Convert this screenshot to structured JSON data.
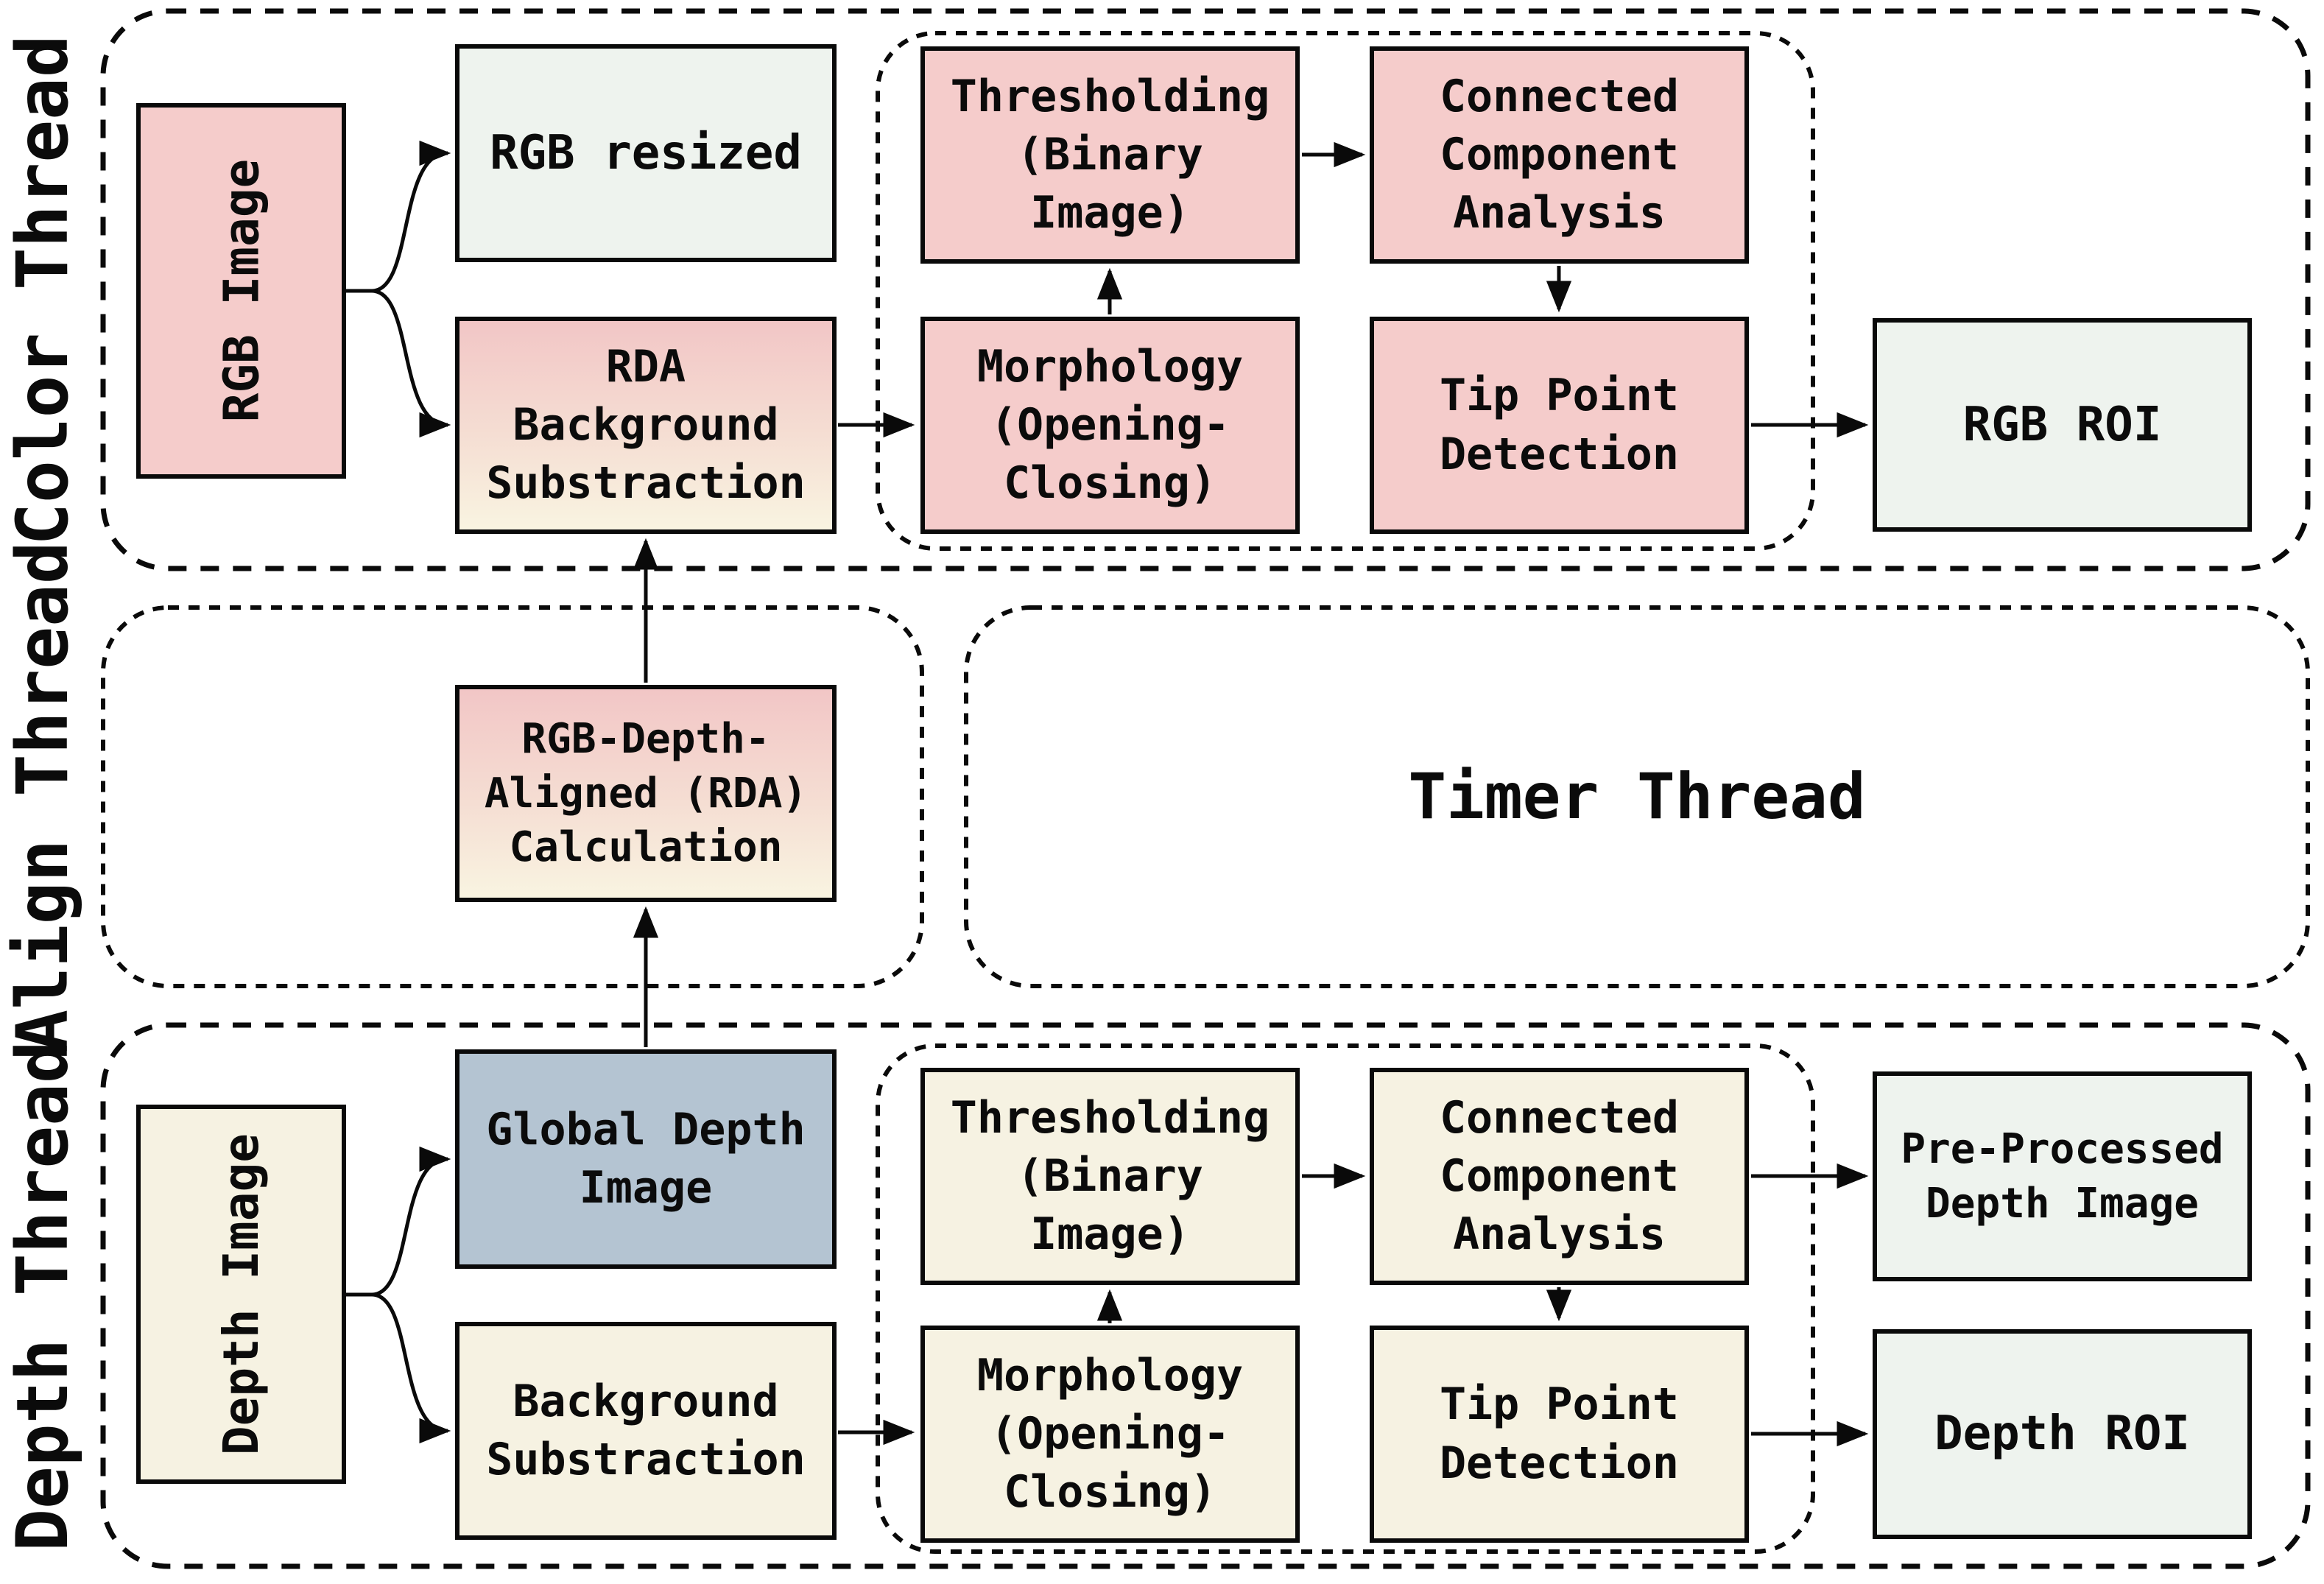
{
  "labels": {
    "color_thread": "Color Thread",
    "align_thread": "Align Thread",
    "depth_thread": "Depth Thread",
    "timer_thread": "Timer Thread"
  },
  "color_thread": {
    "rgb_image": "RGB Image",
    "rgb_resized": "RGB resized",
    "rda_background_substraction": "RDA\nBackground\nSubstraction",
    "thresholding": "Thresholding\n(Binary\nImage)",
    "connected_component_analysis": "Connected\nComponent\nAnalysis",
    "morphology": "Morphology\n(Opening-\nClosing)",
    "tip_point_detection": "Tip Point\nDetection",
    "rgb_roi": "RGB ROI"
  },
  "align_thread": {
    "rda_calculation": "RGB-Depth-\nAligned (RDA)\nCalculation"
  },
  "depth_thread": {
    "depth_image": "Depth Image",
    "global_depth_image": "Global Depth\nImage",
    "background_substraction": "Background\nSubstraction",
    "thresholding": "Thresholding\n(Binary\nImage)",
    "connected_component_analysis": "Connected\nComponent\nAnalysis",
    "morphology": "Morphology\n(Opening-\nClosing)",
    "tip_point_detection": "Tip Point\nDetection",
    "pre_processed_depth_image": "Pre-Processed\nDepth Image",
    "depth_roi": "Depth ROI"
  },
  "colors": {
    "node_pink": "#f5cccb",
    "node_cream": "#f6f2e2",
    "node_blue_gray": "#b4c4d2",
    "node_light_green": "#eef3ee",
    "gradient_top": "#f2c6c6",
    "gradient_bottom": "#f9f4e1",
    "outline": "#0a0a0a",
    "background": "#ffffff"
  }
}
